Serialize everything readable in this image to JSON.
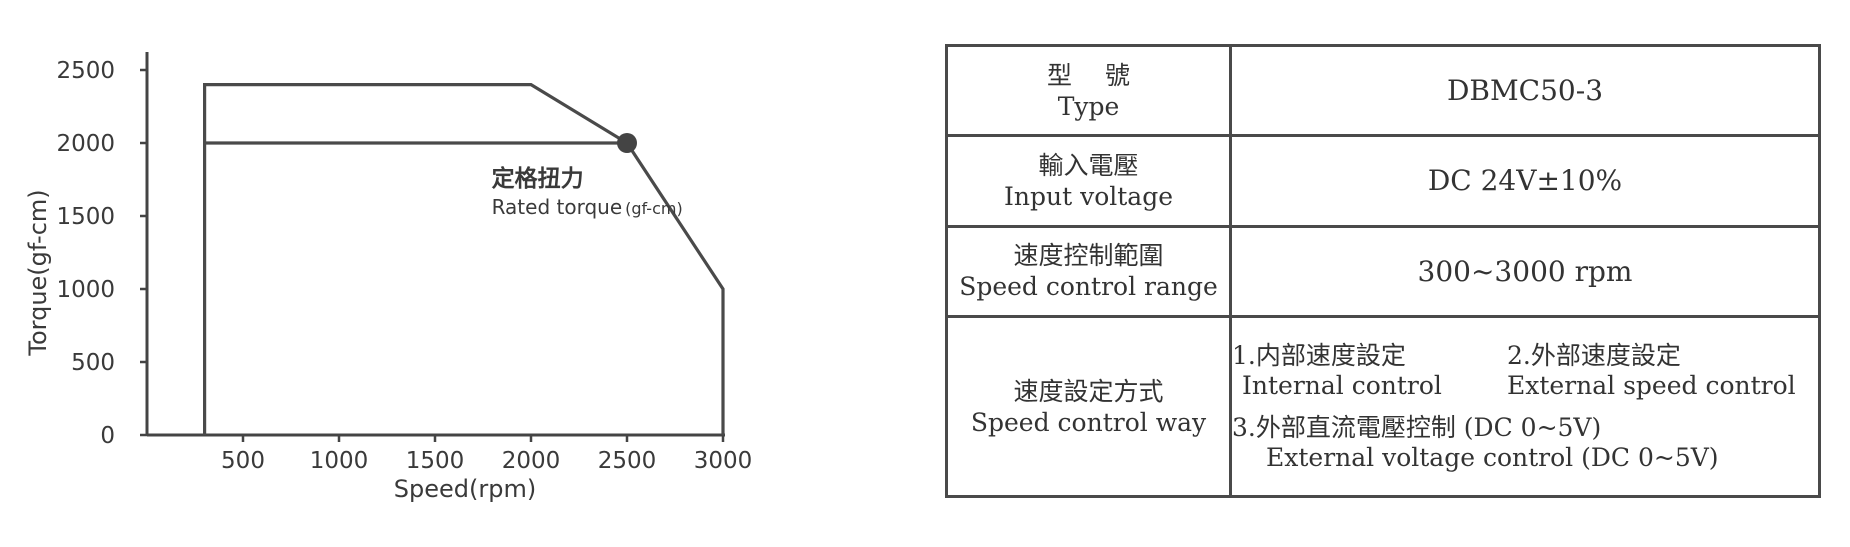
{
  "chart_data": {
    "type": "line",
    "xlabel": "Speed(rpm)",
    "ylabel": "Torque(gf-cm)",
    "xlim": [
      0,
      3000
    ],
    "ylim": [
      0,
      2500
    ],
    "x_ticks": [
      500,
      1000,
      1500,
      2000,
      2500,
      3000
    ],
    "y_ticks": [
      0,
      500,
      1000,
      1500,
      2000,
      2500
    ],
    "grid": false,
    "series": [
      {
        "name": "",
        "points": [
          [
            300,
            0
          ],
          [
            300,
            2400
          ],
          [
            2000,
            2400
          ],
          [
            2500,
            2000
          ],
          [
            3000,
            1000
          ],
          [
            3000,
            0
          ]
        ]
      },
      {
        "name": "",
        "points": [
          [
            300,
            2000
          ],
          [
            2500,
            2000
          ]
        ]
      }
    ],
    "marker": {
      "x": 2500,
      "y": 2000
    },
    "annotation": {
      "zh": "定格扭力",
      "en": "Rated torque",
      "en_unit": "(gf-cm)",
      "x": 1800,
      "y": 1650
    }
  },
  "table": {
    "rows": [
      {
        "label_zh": "型　 號",
        "label_en": "Type",
        "value": "DBMC50-3"
      },
      {
        "label_zh": "輸入電壓",
        "label_en": "Input voltage",
        "value": "DC 24V±10%"
      },
      {
        "label_zh": "速度控制範圍",
        "label_en": "Speed control range",
        "value": "300~3000 rpm"
      }
    ],
    "control": {
      "label_zh": "速度設定方式",
      "label_en": "Speed control way",
      "item1_zh": "1.内部速度設定",
      "item1_en": "Internal control",
      "item2_zh": "2.外部速度設定",
      "item2_en": "External speed control",
      "item3_zh": "3.外部直流電壓控制 (DC 0~5V)",
      "item3_en": "External voltage control (DC 0~5V)"
    }
  }
}
